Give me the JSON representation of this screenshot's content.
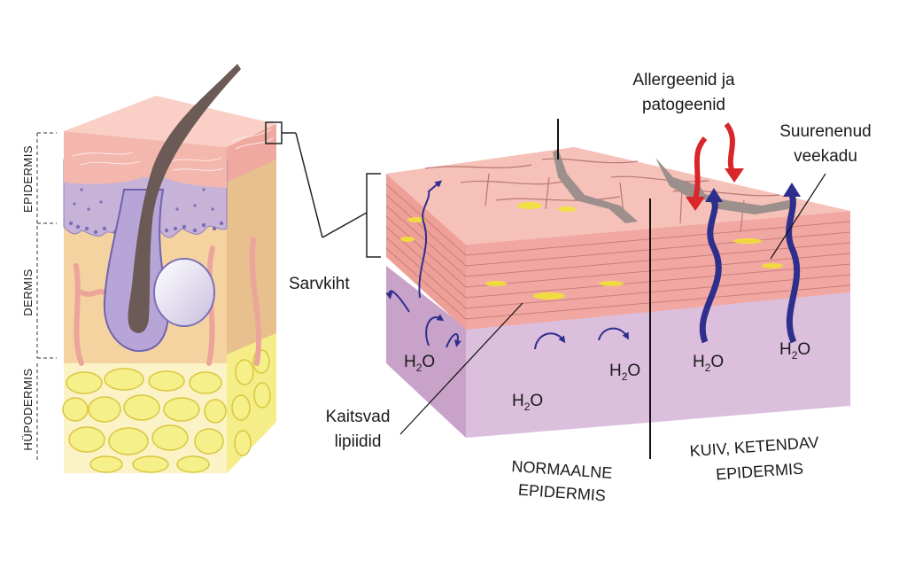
{
  "layers": {
    "epidermis": "EPIDERMIS",
    "dermis": "DERMIS",
    "hypodermis": "HÜPODERMIS"
  },
  "labels": {
    "stratum_corneum": "Sarvkiht",
    "lipids_line1": "Kaitsvad",
    "lipids_line2": "lipiidid",
    "allergens_line1": "Allergeenid ja",
    "allergens_line2": "patogeenid",
    "water_loss_line1": "Suurenenud",
    "water_loss_line2": "veekadu",
    "normal_line1": "NORMAALNE",
    "normal_line2": "EPIDERMIS",
    "dry_line1": "KUIV, KETENDAV",
    "dry_line2": "EPIDERMIS"
  },
  "water": {
    "h": "H",
    "sub": "2",
    "o": "O"
  },
  "colors": {
    "skin_pink": "#f4b7ae",
    "epidermis_purple": "#c7b3d8",
    "dermis_tan": "#f5d3a1",
    "fat_yellow": "#f6f08a",
    "block_purple": "#d8b6d9",
    "arrow_blue": "#2e2f8c",
    "arrow_red": "#d9262b",
    "lipid_yellow": "#f2e531"
  }
}
